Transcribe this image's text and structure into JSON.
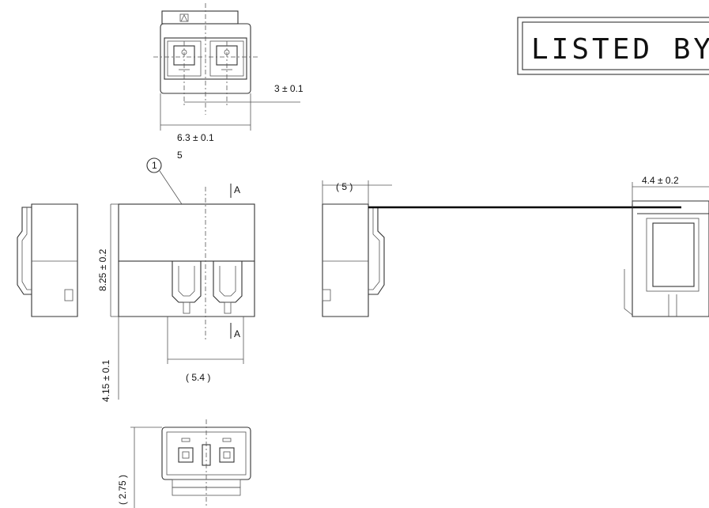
{
  "banner": {
    "text": "LISTED BY"
  },
  "part_callout": {
    "number": "1"
  },
  "datum_marks": {
    "upper": "A",
    "lower": "A"
  },
  "dimensions": {
    "top_pitch": "3 ± 0.1",
    "top_width": "6.3 ± 0.1",
    "top_width_note": "5",
    "front_height": "8.25 ± 0.2",
    "front_lower_height": "4.15 ± 0.1",
    "front_lower_width": "( 5.4 )",
    "side_width": "( 5 )",
    "right_width": "4.4 ± 0.2",
    "bottom_height": "( 2.75 )"
  }
}
